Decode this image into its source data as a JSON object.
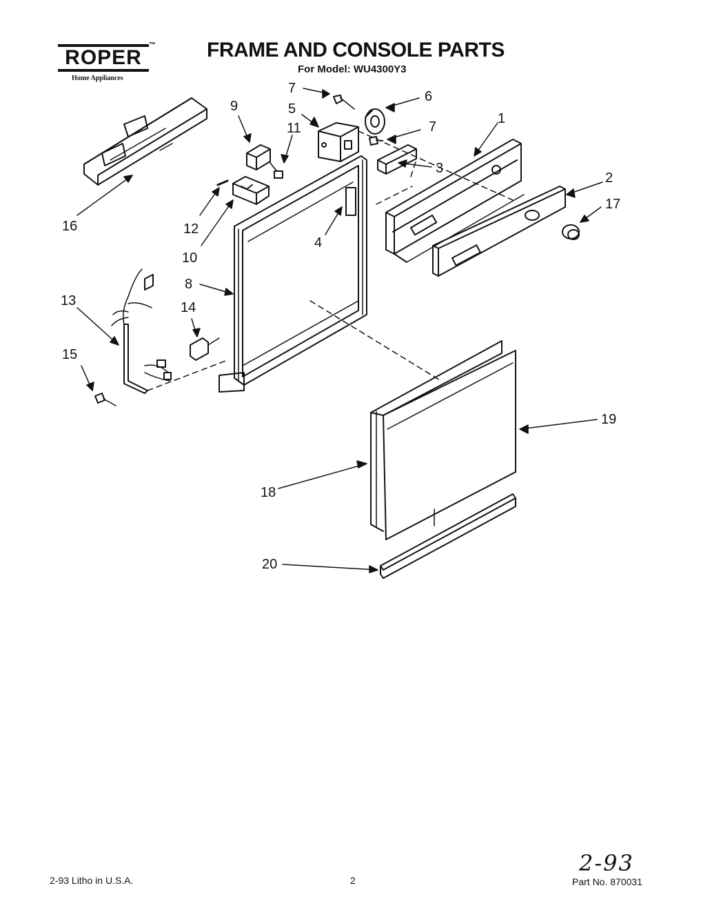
{
  "header": {
    "brand": "ROPER",
    "brand_tm": "™",
    "brand_sub": "Home Appliances",
    "title": "FRAME AND CONSOLE PARTS",
    "model": "For Model: WU4300Y3"
  },
  "callouts": [
    "1",
    "2",
    "3",
    "4",
    "5",
    "6",
    "7",
    "7",
    "8",
    "9",
    "10",
    "11",
    "12",
    "13",
    "14",
    "15",
    "16",
    "17",
    "18",
    "19",
    "20"
  ],
  "footer": {
    "litho": "2-93  Litho in U.S.A.",
    "page_number": "2",
    "part_number": "Part No. 870031",
    "handwritten_date": "2-93"
  }
}
